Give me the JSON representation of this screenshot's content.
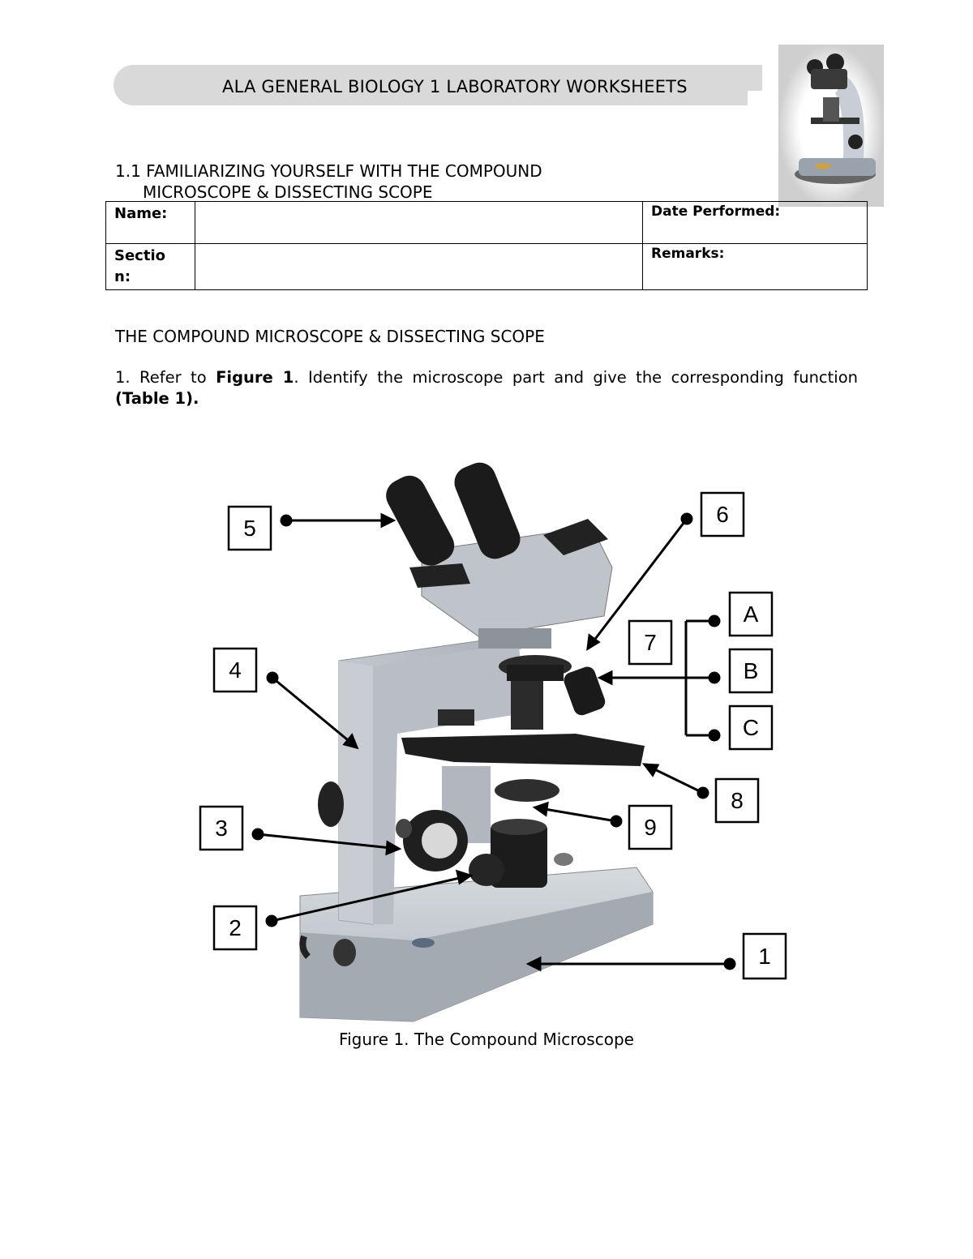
{
  "header": {
    "title": "ALA GENERAL BIOLOGY 1 LABORATORY WORKSHEETS"
  },
  "section": {
    "line1": "1.1 FAMILIARIZING YOURSELF WITH THE COMPOUND",
    "line2": "MICROSCOPE & DISSECTING SCOPE"
  },
  "info_table": {
    "name_label": "Name:",
    "date_label": "Date Performed:",
    "section_label": "Sectio n:",
    "remarks_label": "Remarks:",
    "name_value": "",
    "date_value": "",
    "section_value": "",
    "remarks_value": ""
  },
  "heading": "THE COMPOUND MICROSCOPE & DISSECTING SCOPE",
  "instruction": {
    "part1": "1. Refer to ",
    "figure_ref": "Figure 1",
    "part2": ". Identify the microscope part and give the corresponding function ",
    "table_ref": "(Table 1)."
  },
  "figure": {
    "labels": [
      "5",
      "6",
      "A",
      "7",
      "B",
      "4",
      "C",
      "8",
      "3",
      "9",
      "2",
      "1"
    ],
    "caption": "Figure 1. The Compound Microscope"
  }
}
